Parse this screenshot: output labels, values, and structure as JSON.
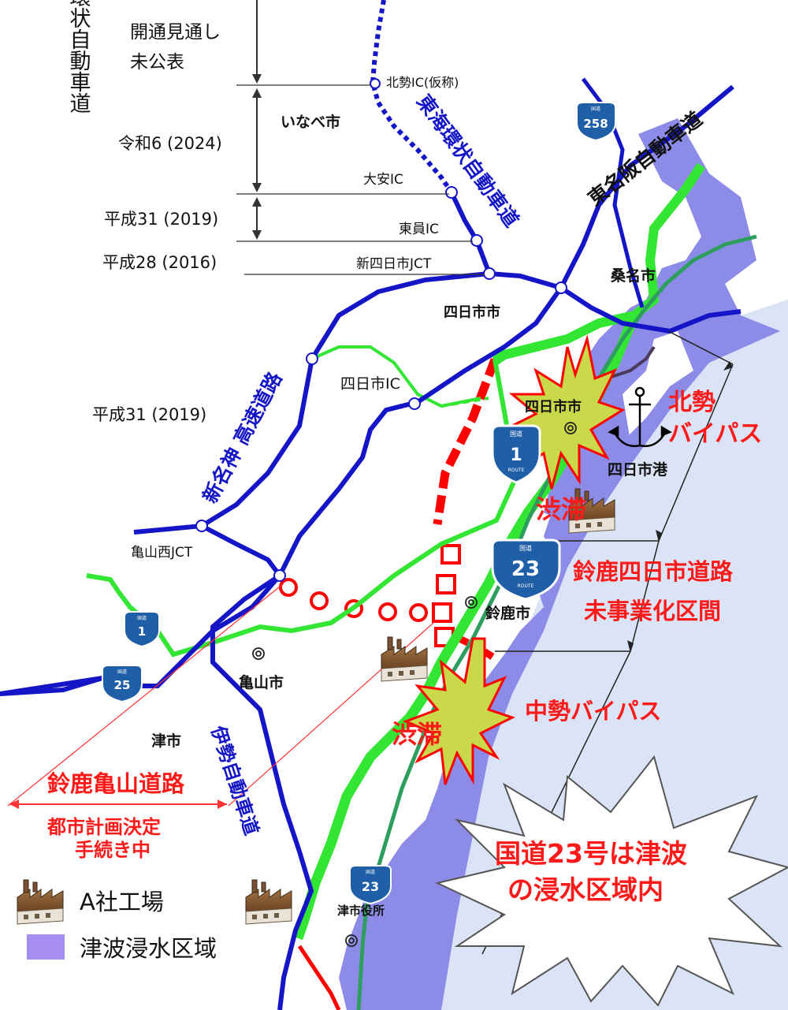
{
  "timeline": {
    "route_name": "東海環状自動車道",
    "status_line1": "開通見通し",
    "status_line2": "未公表",
    "year_2024": "令和6 (2024)",
    "year_2019": "平成31 (2019)",
    "year_2016": "平成28 (2016)"
  },
  "roads": {
    "tokai_kanjo": "東海環状自動車道",
    "higashi_meihan": "東名阪自動車道",
    "shin_meishin": "新名神 高速道路",
    "ise": "伊勢自動車道",
    "shin_meishin_year": "平成31 (2019)"
  },
  "interchanges": {
    "hokusei": "北勢IC(仮称)",
    "daian": "大安IC",
    "toin": "東員IC",
    "shin_yokkaichi": "新四日市JCT",
    "yokkaichi_ic": "四日市IC",
    "kameyama_nishi": "亀山西JCT"
  },
  "places": {
    "inabe": "いなべ市",
    "yokkaichi_area": "四日市市",
    "kuwana": "桑名市",
    "yokkaichi_city": "四日市市",
    "yokkaichi_port": "四日市港",
    "suzuka": "鈴鹿市",
    "kameyama": "亀山市",
    "tsu": "津市",
    "tsu_office": "津市役所"
  },
  "annotations": {
    "hokusei_bypass_1": "北勢",
    "hokusei_bypass_2": "バイパス",
    "suzuka_yokkaichi_1": "鈴鹿四日市道路",
    "suzuka_yokkaichi_2": "未事業化区間",
    "chusei_bypass": "中勢バイパス",
    "congestion_1": "渋滞",
    "congestion_2": "渋滞",
    "suzuka_kameyama": "鈴鹿亀山道路",
    "planning_1": "都市計画決定",
    "planning_2": "手続き中",
    "tsunami_1": "国道23号は津波",
    "tsunami_2": "の浸水区域内"
  },
  "shields": {
    "kokudo": "国道",
    "route": "ROUTE",
    "r1": "1",
    "r23": "23",
    "r25": "25",
    "r258": "258"
  },
  "legend": {
    "factory": "A社工場",
    "tsunami_area": "津波浸水区域"
  },
  "colors": {
    "expressway": "#1515c8",
    "national_route": "#33e633",
    "planned_road": "#ff0000",
    "tsunami_zone": "#8c8ce8",
    "sea": "#dbe4f6",
    "shield": "#1f5fa8",
    "annotation_red": "#ff1a1a"
  }
}
